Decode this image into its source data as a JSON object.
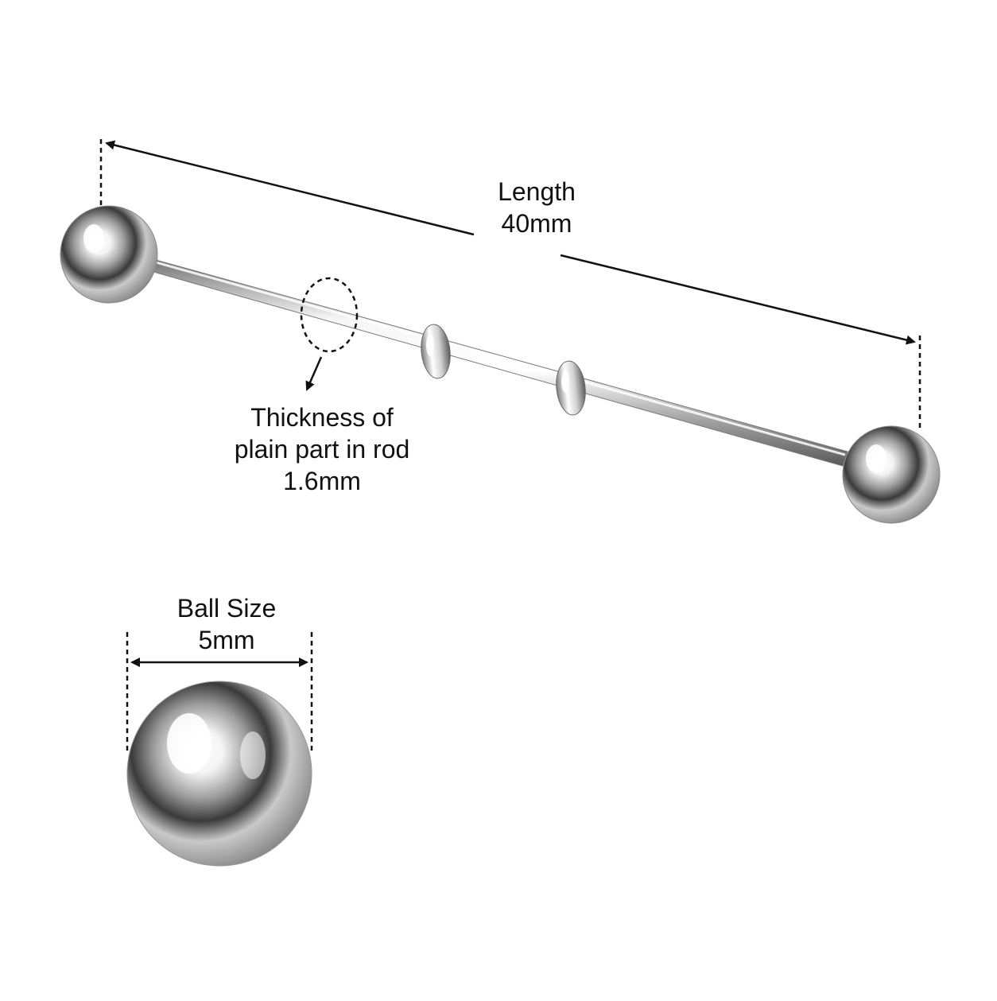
{
  "dimensions": {
    "length": {
      "label": "Length",
      "value": "40mm"
    },
    "thickness": {
      "label_line1": "Thickness of",
      "label_line2": "plain part in rod",
      "value": "1.6mm"
    },
    "ball_size": {
      "label": "Ball Size",
      "value": "5mm"
    }
  },
  "colors": {
    "background": "#ffffff",
    "text": "#111111",
    "dimension_line": "#111111",
    "metal_light": "#ffffff",
    "metal_mid": "#b8b8b8",
    "metal_dark": "#3a3a3a"
  }
}
